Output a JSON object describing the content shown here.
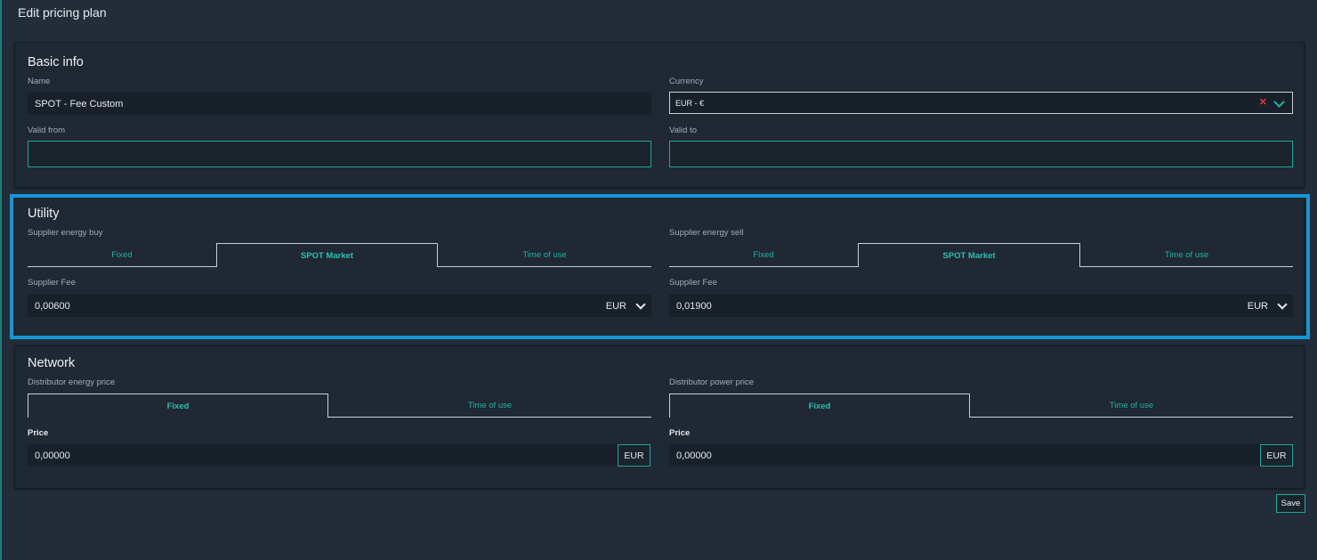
{
  "page": {
    "title": "Edit pricing plan"
  },
  "basic_info": {
    "title": "Basic info",
    "name_label": "Name",
    "name_value": "SPOT - Fee Custom",
    "currency_label": "Currency",
    "currency_value": "EUR - €",
    "valid_from_label": "Valid from",
    "valid_from_value": "",
    "valid_to_label": "Valid to",
    "valid_to_value": ""
  },
  "utility": {
    "title": "Utility",
    "buy": {
      "label": "Supplier energy buy",
      "tabs": [
        "Fixed",
        "SPOT Market",
        "Time of use"
      ],
      "active_tab": "SPOT Market",
      "fee_label": "Supplier Fee",
      "fee_value": "0,00600",
      "fee_unit": "EUR"
    },
    "sell": {
      "label": "Supplier energy sell",
      "tabs": [
        "Fixed",
        "SPOT Market",
        "Time of use"
      ],
      "active_tab": "SPOT Market",
      "fee_label": "Supplier Fee",
      "fee_value": "0,01900",
      "fee_unit": "EUR"
    }
  },
  "network": {
    "title": "Network",
    "energy": {
      "label": "Distributor energy price",
      "tabs": [
        "Fixed",
        "Time of use"
      ],
      "active_tab": "Fixed",
      "price_label": "Price",
      "price_value": "0,00000",
      "price_unit": "EUR"
    },
    "power": {
      "label": "Distributor power price",
      "tabs": [
        "Fixed",
        "Time of use"
      ],
      "active_tab": "Fixed",
      "price_label": "Price",
      "price_value": "0,00000",
      "price_unit": "EUR"
    }
  },
  "actions": {
    "save_label": "Save"
  },
  "colors": {
    "accent_teal": "#1fb3a6",
    "highlight_blue": "#1597d3",
    "clear_red": "#e53935",
    "background": "#232d3a"
  }
}
